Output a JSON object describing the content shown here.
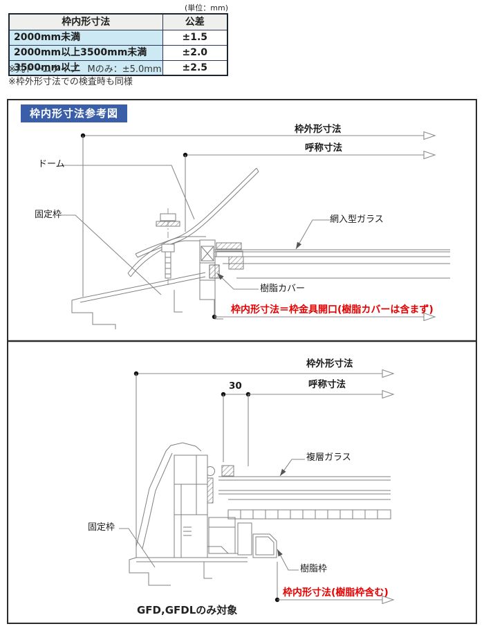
{
  "unit_note": "(単位：mm)",
  "table": {
    "headers": [
      "枠内形寸法",
      "公差"
    ],
    "rows": [
      [
        "2000mm未満",
        "±1.5"
      ],
      [
        "2000mm以上3500mm未満",
        "±2.0"
      ],
      [
        "3500mm以上",
        "±2.5"
      ]
    ]
  },
  "notes": {
    "note1": "※丸ドームタイプ　Mのみ：±5.0mm",
    "note2": "※枠外形寸法での検査時も同様"
  },
  "figure": {
    "title": "枠内形寸法参考図",
    "upper": {
      "dim_outer": "枠外形寸法",
      "dim_nominal": "呼称寸法",
      "label_dome": "ドーム",
      "label_fixed_frame": "固定枠",
      "label_wired_glass": "網入型ガラス",
      "label_resin_cover": "樹脂カバー",
      "red_note": "枠内形寸法＝枠金具開口(樹脂カバーは含まず)"
    },
    "lower": {
      "dim_outer": "枠外形寸法",
      "dim_nominal": "呼称寸法",
      "dim_offset": "30",
      "label_fixed_frame": "固定枠",
      "label_double_glass": "複層ガラス",
      "label_resin_frame": "樹脂枠",
      "red_note": "枠内形寸法(樹脂枠含む)",
      "caption": "GFD,GFDLのみ対象"
    },
    "colors": {
      "accent_blue": "#3a5fa8",
      "note_red": "#e60000"
    }
  }
}
